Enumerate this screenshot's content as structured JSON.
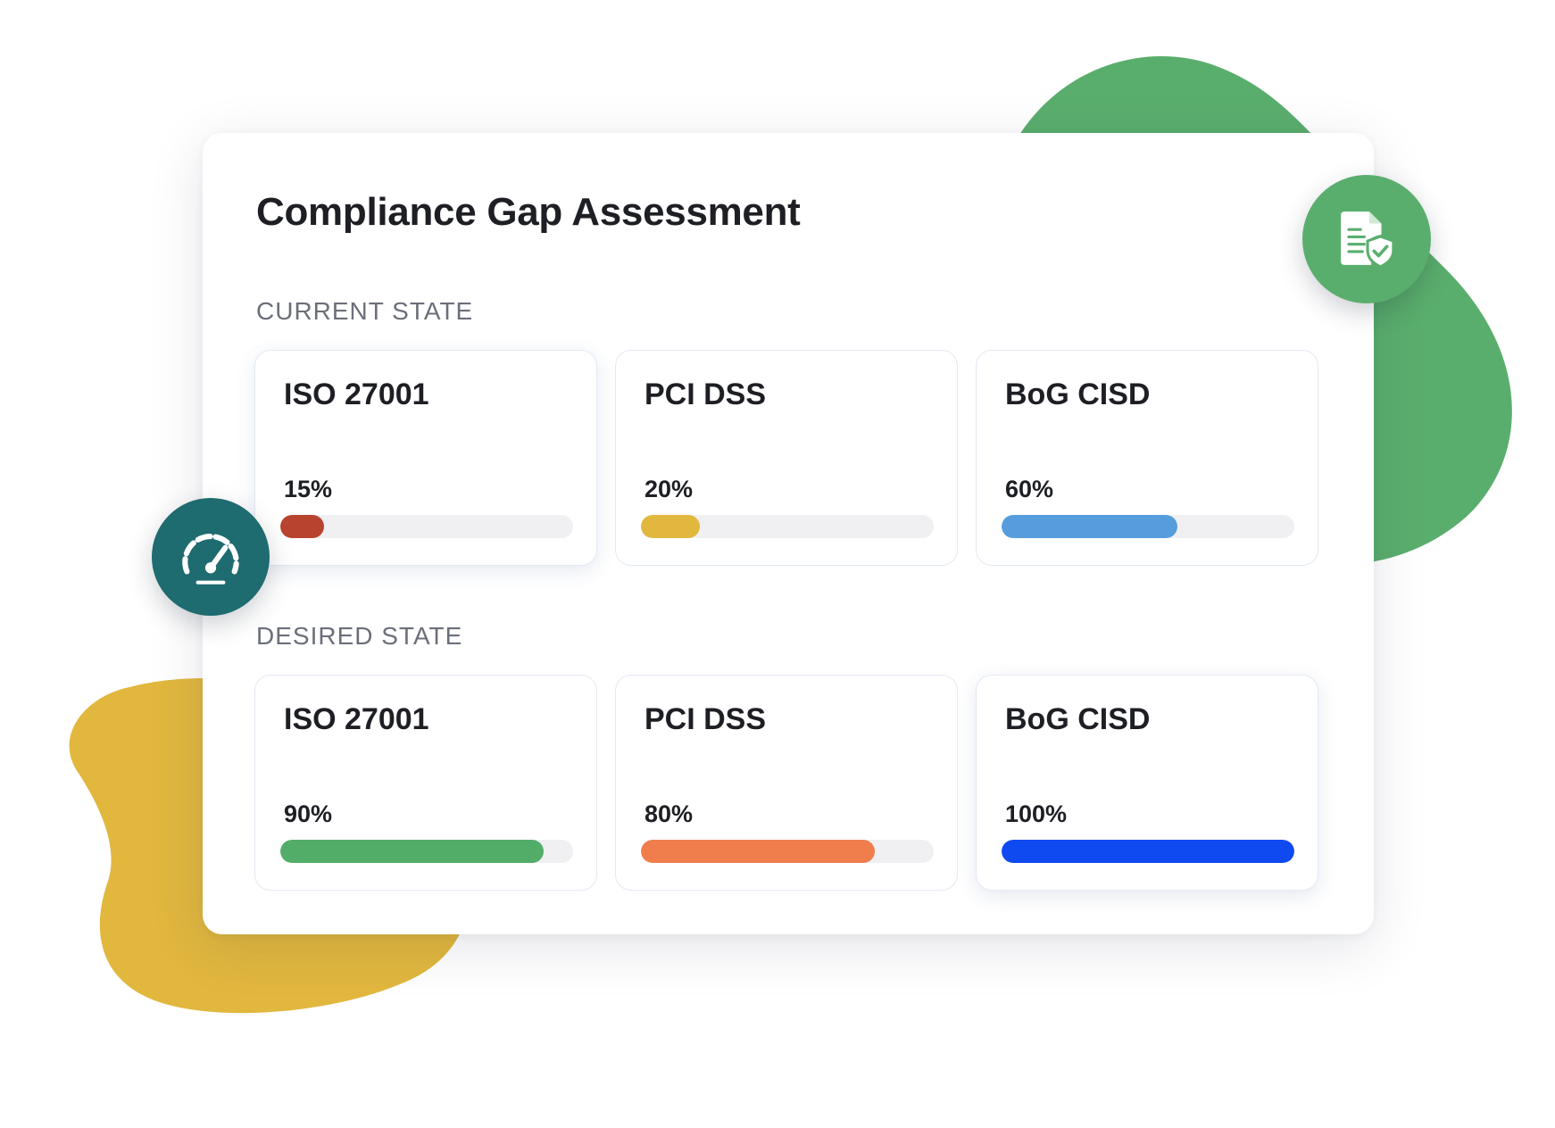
{
  "colors": {
    "accent_green": "#5aae6d",
    "accent_yellow": "#e1b73e",
    "badge_teal": "#1e6b70",
    "badge_green": "#5aae6d"
  },
  "header": {
    "title": "Compliance Gap Assessment"
  },
  "badges": {
    "document_icon": "document-shield-icon",
    "gauge_icon": "speedometer-icon"
  },
  "sections": {
    "current": {
      "label": "CURRENT STATE",
      "items": [
        {
          "name": "ISO 27001",
          "percent_label": "15%",
          "progress": 0.15,
          "color": "#b8432e"
        },
        {
          "name": "PCI DSS",
          "percent_label": "20%",
          "progress": 0.2,
          "color": "#e1b73e"
        },
        {
          "name": "BoG CISD",
          "percent_label": "60%",
          "progress": 0.6,
          "color": "#559ddd"
        }
      ]
    },
    "desired": {
      "label": "DESIRED STATE",
      "items": [
        {
          "name": "ISO 27001",
          "percent_label": "90%",
          "progress": 0.9,
          "color": "#52ad69"
        },
        {
          "name": "PCI DSS",
          "percent_label": "80%",
          "progress": 0.8,
          "color": "#ef7e4c"
        },
        {
          "name": "BoG CISD",
          "percent_label": "100%",
          "progress": 1.0,
          "color": "#0f4af0"
        }
      ]
    }
  }
}
